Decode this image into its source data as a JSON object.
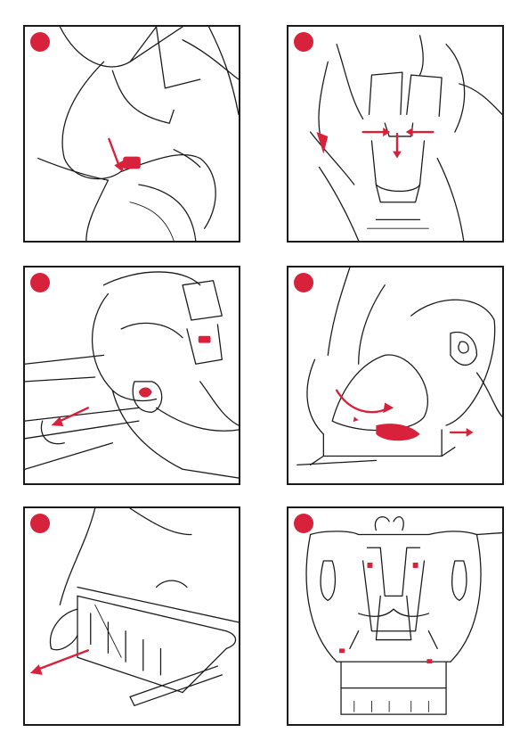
{
  "accent_color": "#d8213a",
  "line_color": "#1a1a1a",
  "steps": [
    {
      "icon": "step-marker-dot"
    },
    {
      "icon": "step-marker-dot"
    },
    {
      "icon": "step-marker-dot"
    },
    {
      "icon": "step-marker-dot"
    },
    {
      "icon": "step-marker-dot"
    },
    {
      "icon": "step-marker-dot"
    }
  ]
}
